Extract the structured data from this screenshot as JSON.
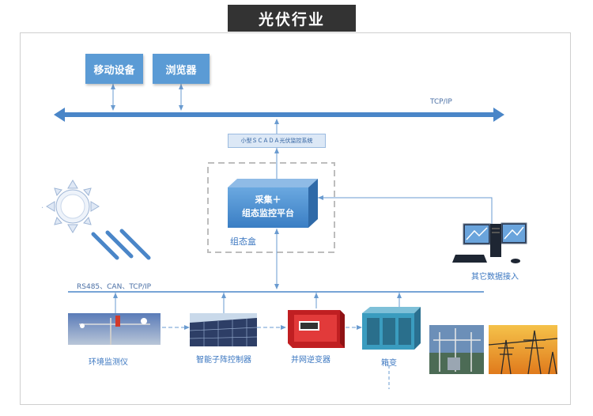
{
  "title": "光伏行业",
  "top_devices": {
    "mobile": "移动设备",
    "browser": "浏览器"
  },
  "network": {
    "top_bus_label": "TCP/IP",
    "bottom_bus_label": "RS485、CAN、TCP/IP"
  },
  "scada_label": "小型ＳＣＡＤＡ光伏监控系统",
  "center_box": {
    "line1": "采集＋",
    "line2": "组态监控平台",
    "group_label": "组态盒"
  },
  "other_data": "其它数据接入",
  "field_devices": [
    {
      "label": "环境监测仪"
    },
    {
      "label": "智能子阵控制器"
    },
    {
      "label": "并网逆变器"
    },
    {
      "label": "箱变"
    }
  ],
  "colors": {
    "accent": "#5b9bd5",
    "line": "#4a86c8",
    "title_bg": "#333333"
  }
}
